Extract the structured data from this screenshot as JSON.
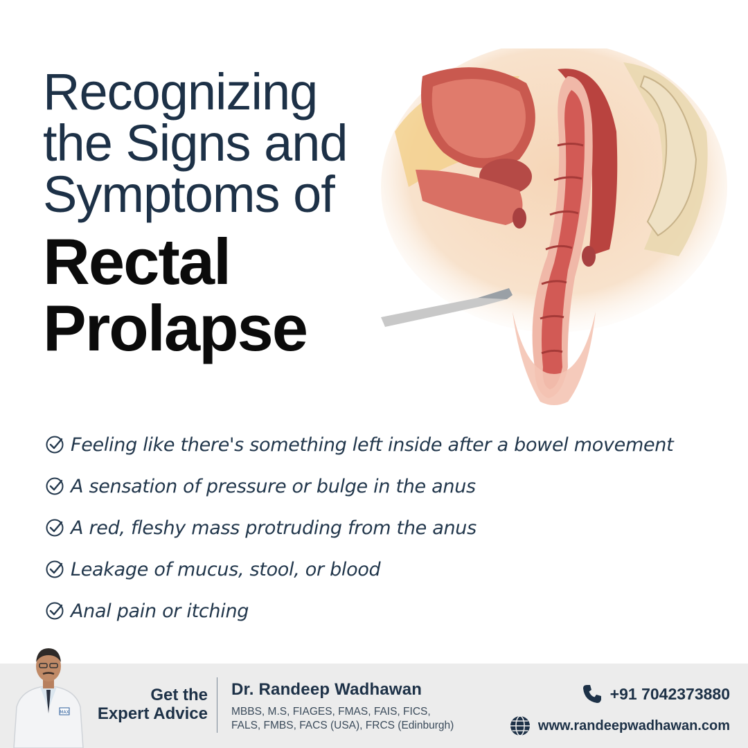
{
  "title": {
    "line1": "Recognizing",
    "line2": "the Signs and",
    "line3": "Symptoms of",
    "emphasis1": "Rectal",
    "emphasis2": "Prolapse"
  },
  "symptoms": [
    "Feeling like there's something left inside after a bowel movement",
    "A sensation of pressure or bulge in the anus",
    "A red, fleshy mass protruding from the anus",
    "Leakage of mucus, stool, or blood",
    "Anal pain or itching"
  ],
  "footer": {
    "cta_line1": "Get the",
    "cta_line2": "Expert Advice",
    "doctor_name": "Dr. Randeep Wadhawan",
    "credentials_line1": "MBBS, M.S, FIAGES, FMAS, FAIS, FICS,",
    "credentials_line2": "FALS, FMBS, FACS (USA), FRCS (Edinburgh)",
    "phone": "+91 7042373880",
    "website": "www.randeepwadhawan.com",
    "badge_text": "MAX"
  },
  "icons": {
    "check": "check-circle-icon",
    "phone": "phone-icon",
    "web": "globe-icon"
  },
  "colors": {
    "navy": "#1d3147",
    "black": "#0b0b0b",
    "footer_bg": "#ececec",
    "tissue": "#d25a55",
    "tissue_light": "#f0b8a8",
    "fat": "#f2cf8a"
  }
}
